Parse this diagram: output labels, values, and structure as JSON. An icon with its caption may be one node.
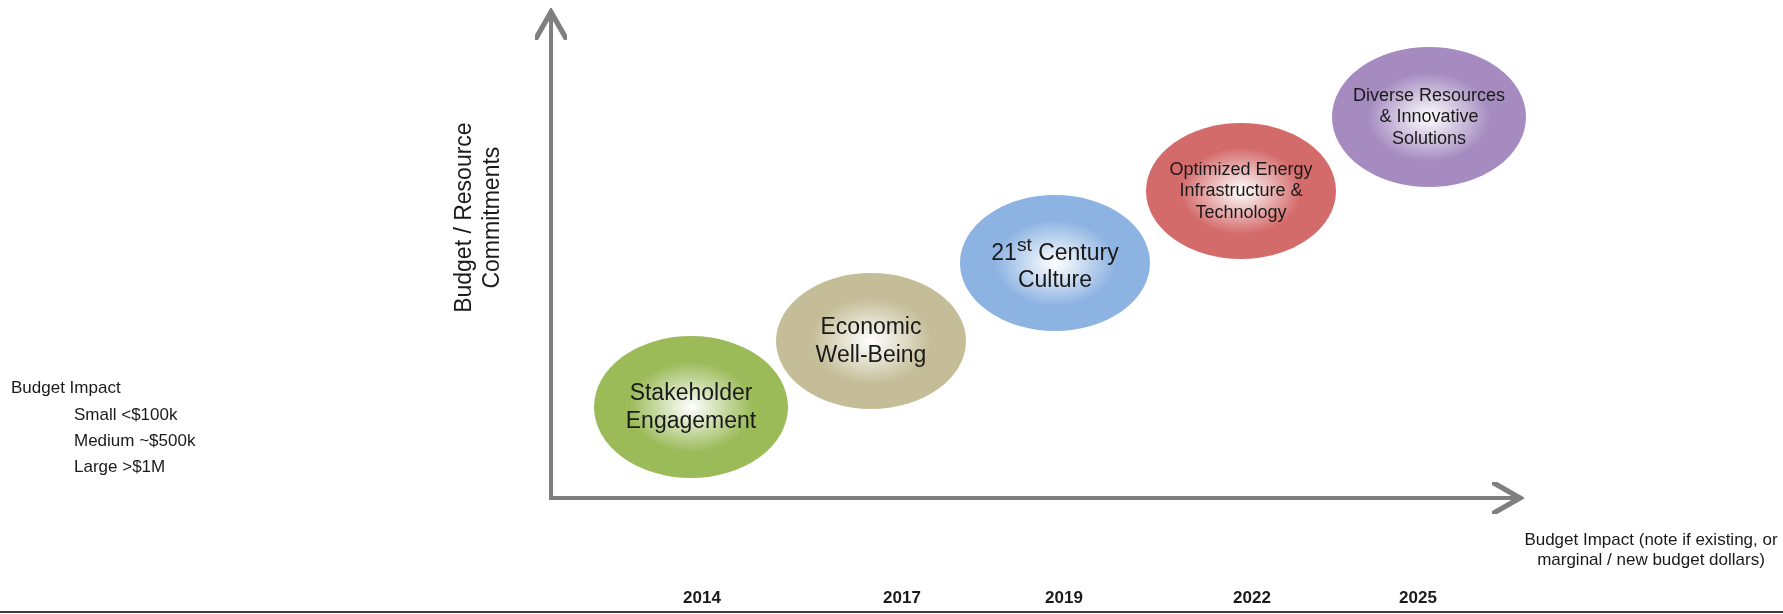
{
  "diagram": {
    "nodes": [
      {
        "text": [
          "Stakeholder Engagement"
        ]
      },
      {
        "text": [
          "Economic Well-Being"
        ]
      },
      {
        "text": [
          "21$^{st}$ Century Culture"
        ]
      },
      {
        "text": [
          "Optimized Energy Infrastructure & Technology"
        ]
      },
      {
        "text": [
          "Diverse Resources & Innovative Solutions"
        ]
      }
    ],
    "labels": [
      "Budget / Resource Commitments",
      "Budget Impact",
      "Small <$100k",
      "Medium ~$500k",
      "Large >$1M",
      "Budget Impact (note if existing, or marginal / new budget dollars)",
      "2014",
      "2017",
      "2019",
      "2022",
      "2025"
    ]
  }
}
